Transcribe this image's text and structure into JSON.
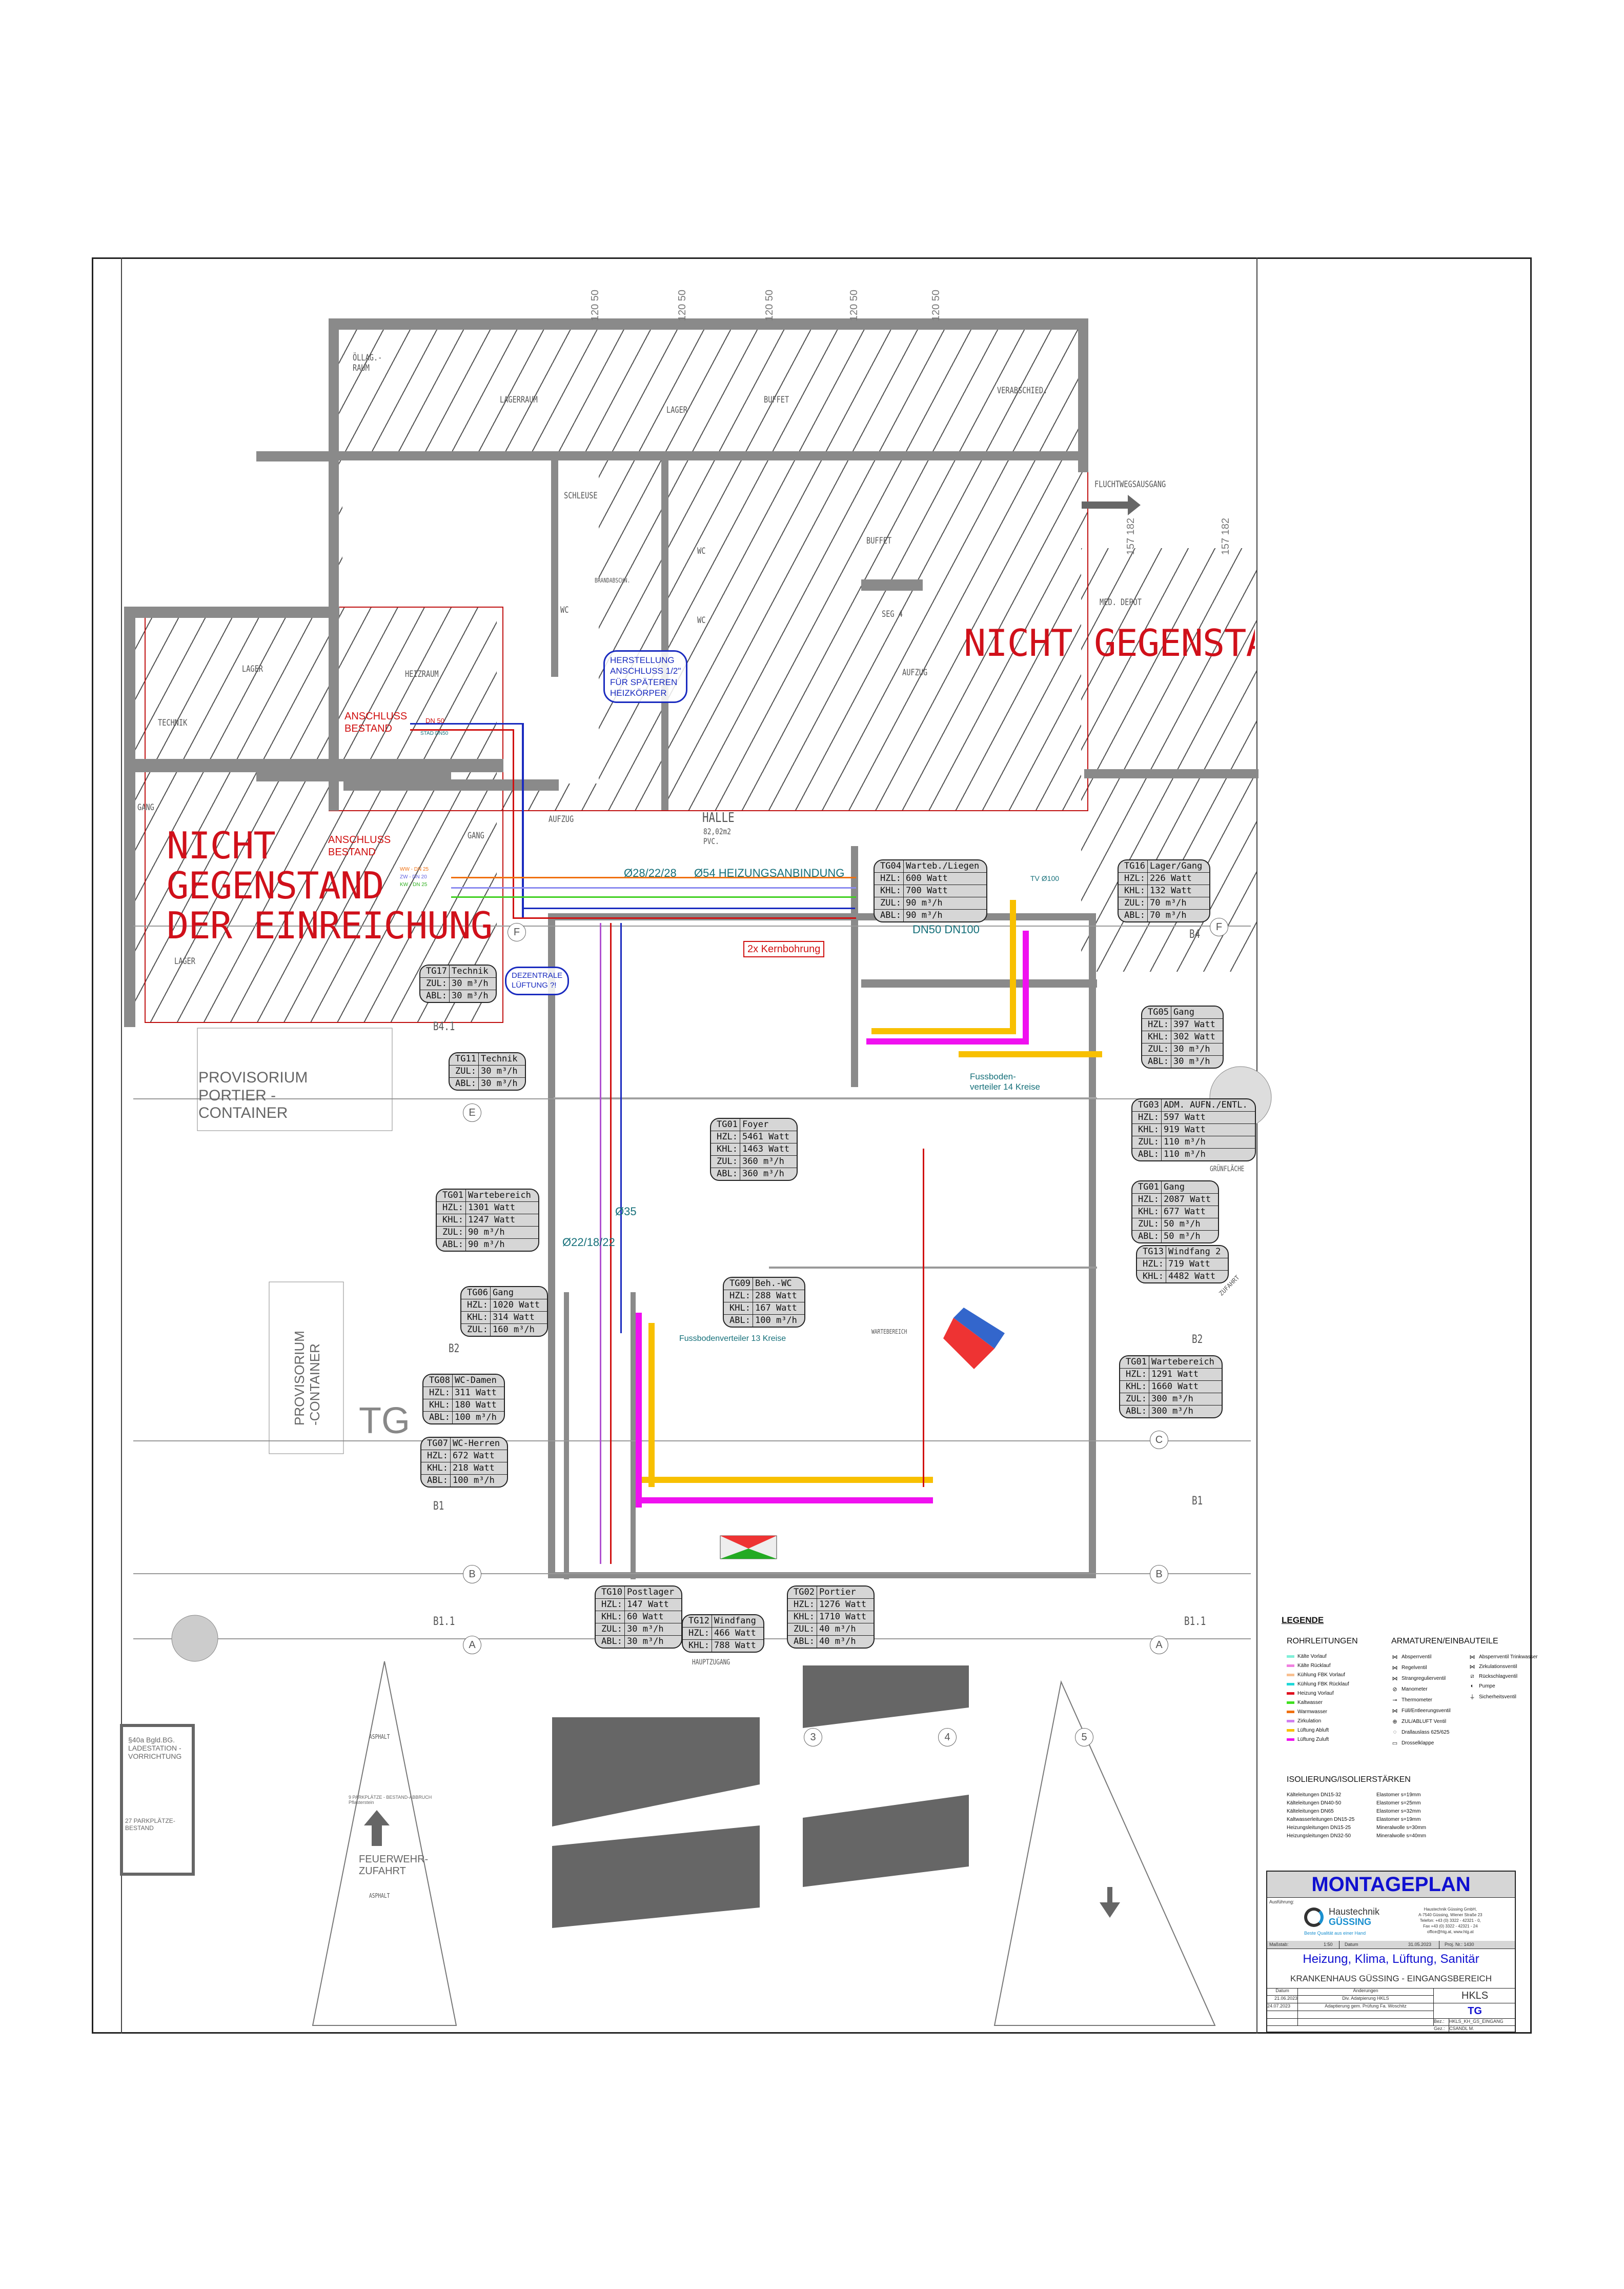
{
  "drawing": {
    "not_subject_left": "NICHT\nGEGENSTAND\nDER EINREICHUNG",
    "not_subject_right": "NICHT GEGENSTA",
    "tg_mark": "TG",
    "cloud_heizkoerper": "HERSTELLUNG\nANSCHLUSS 1/2\"\nFÜR SPÄTEREN\nHEIZKÖRPER",
    "cloud_lueftung": "DEZENTRALE\nLÜFTUNG ?!",
    "anschluss_1": "ANSCHLUSS\nBESTAND",
    "anschluss_2": "ANSCHLUSS\nBESTAND",
    "dn50": "DN 50",
    "stad_dn50": "STAD DN50",
    "ww_dn25": "WW - DN 25",
    "zw_dn20": "ZW - DN 20",
    "kw_dn25": "KW - DN 25",
    "pipe_28": "Ø28/22/28",
    "pipe_54": "Ø54 HEIZUNGSANBINDUNG",
    "pipe_22": "Ø22/18/22",
    "pipe_35": "Ø35",
    "dn_50_100": "DN50 DN100",
    "tv100": "TV Ø100",
    "fbv14": "Fussboden-\nverteiler 14 Kreise",
    "fbv13": "Fussbodenverteiler 13 Kreise",
    "kernbohrung": "2x Kernbohrung",
    "halle": "HALLE",
    "halle_area": "82,02m2\nPVC.",
    "dims_top": [
      "120\n50",
      "120\n50",
      "120\n50",
      "120\n50",
      "120\n50"
    ],
    "dims_right": [
      "157\n182",
      "157\n182"
    ],
    "axes": [
      "A",
      "A",
      "B",
      "B",
      "C",
      "E",
      "F",
      "F",
      "3",
      "4",
      "5",
      "B1",
      "B1",
      "B2",
      "B2",
      "B4",
      "B4.1",
      "B1.1",
      "B1.1"
    ]
  },
  "room_labels": {
    "oellag": "ÖLLAG.-\nRAUM",
    "lagerraum": "LAGERRAUM",
    "lager1": "LAGER",
    "buffet1": "BUFFET",
    "verabschied": "VERABSCHIED.",
    "schleuse": "SCHLEUSE",
    "buffet2": "BUFFET",
    "wc1": "WC",
    "wc2": "WC",
    "wc3": "WC",
    "seg4": "SEG 4",
    "aufzug1": "AUFZUG",
    "med_depot": "MED. DEPOT",
    "heizraum": "HEIZRAUM",
    "lager2": "LAGER",
    "technik": "TECHNIK",
    "gang1": "GANG",
    "gang2": "GANG",
    "aufzug2": "AUFZUG",
    "fluchtweg": "FLUCHTWEGSAUSGANG",
    "lager3": "LAGER",
    "brandabschn": "BRANDABSCHN.",
    "wartebereich": "WARTEBEREICH",
    "gruenflaeche": "GRÜNFLÄCHE",
    "asphalt1": "ASPHALT",
    "asphalt2": "ASPHALT",
    "zufahrt": "ZUFAHRT",
    "provisorium_portier": "PROVISORIUM\nPORTIER -\nCONTAINER",
    "provisorium_container": "PROVISORIUM\n-CONTAINER",
    "ladestation": "§40a Bgld.BG.\nLADESTATION -\nVORRICHTUNG",
    "parkplaetze_27": "27 PARKPLÄTZE-\nBESTAND",
    "parkplaetze_9": "9 PARKPLÄTZE - BESTAND-ABBRUCH\nPflasterstein",
    "feuerwehr": "FEUERWEHR-\nZUFAHRT",
    "hauptzugang": "HAUPTZUGANG"
  },
  "rooms": [
    {
      "code": "TG04",
      "name": "Warteb./Liegen",
      "rows": [
        [
          "HZL:",
          "600 Watt"
        ],
        [
          "KHL:",
          "700 Watt"
        ],
        [
          "ZUL:",
          "90 m³/h"
        ],
        [
          "ABL:",
          "90 m³/h"
        ]
      ]
    },
    {
      "code": "TG16",
      "name": "Lager/Gang",
      "rows": [
        [
          "HZL:",
          "226 Watt"
        ],
        [
          "KHL:",
          "132 Watt"
        ],
        [
          "ZUL:",
          "70 m³/h"
        ],
        [
          "ABL:",
          "70 m³/h"
        ]
      ]
    },
    {
      "code": "TG05",
      "name": "Gang",
      "rows": [
        [
          "HZL:",
          "397 Watt"
        ],
        [
          "KHL:",
          "302 Watt"
        ],
        [
          "ZUL:",
          "30 m³/h"
        ],
        [
          "ABL:",
          "30 m³/h"
        ]
      ]
    },
    {
      "code": "TG03",
      "name": "ADM. AUFN./ENTL.",
      "rows": [
        [
          "HZL:",
          "597 Watt"
        ],
        [
          "KHL:",
          "919 Watt"
        ],
        [
          "ZUL:",
          "110 m³/h"
        ],
        [
          "ABL:",
          "110 m³/h"
        ]
      ]
    },
    {
      "code": "TG01",
      "name": "Gang",
      "rows": [
        [
          "HZL:",
          "2087 Watt"
        ],
        [
          "KHL:",
          "677 Watt"
        ],
        [
          "ZUL:",
          "50 m³/h"
        ],
        [
          "ABL:",
          "50 m³/h"
        ]
      ]
    },
    {
      "code": "TG13",
      "name": "Windfang 2",
      "rows": [
        [
          "HZL:",
          "719 Watt"
        ],
        [
          "KHL:",
          "4482 Watt"
        ]
      ]
    },
    {
      "code": "TG01",
      "name": "Wartebereich",
      "rows": [
        [
          "HZL:",
          "1291 Watt"
        ],
        [
          "KHL:",
          "1660 Watt"
        ],
        [
          "ZUL:",
          "300 m³/h"
        ],
        [
          "ABL:",
          "300 m³/h"
        ]
      ]
    },
    {
      "code": "TG01",
      "name": "Wartebereich",
      "rows": [
        [
          "HZL:",
          "1301 Watt"
        ],
        [
          "KHL:",
          "1247 Watt"
        ],
        [
          "ZUL:",
          "90 m³/h"
        ],
        [
          "ABL:",
          "90 m³/h"
        ]
      ]
    },
    {
      "code": "TG11",
      "name": "Technik",
      "rows": [
        [
          "ZUL:",
          "30 m³/h"
        ],
        [
          "ABL:",
          "30 m³/h"
        ]
      ]
    },
    {
      "code": "TG17",
      "name": "Technik",
      "rows": [
        [
          "ZUL:",
          "30 m³/h"
        ],
        [
          "ABL:",
          "30 m³/h"
        ]
      ]
    },
    {
      "code": "TG01",
      "name": "Foyer",
      "rows": [
        [
          "HZL:",
          "5461 Watt"
        ],
        [
          "KHL:",
          "1463 Watt"
        ],
        [
          "ZUL:",
          "360 m³/h"
        ],
        [
          "ABL:",
          "360 m³/h"
        ]
      ]
    },
    {
      "code": "TG06",
      "name": "Gang",
      "rows": [
        [
          "HZL:",
          "1020 Watt"
        ],
        [
          "KHL:",
          "314 Watt"
        ],
        [
          "ZUL:",
          "160 m³/h"
        ]
      ]
    },
    {
      "code": "TG08",
      "name": "WC-Damen",
      "rows": [
        [
          "HZL:",
          "311 Watt"
        ],
        [
          "KHL:",
          "180 Watt"
        ],
        [
          "ABL:",
          "100 m³/h"
        ]
      ]
    },
    {
      "code": "TG07",
      "name": "WC-Herren",
      "rows": [
        [
          "HZL:",
          "672 Watt"
        ],
        [
          "KHL:",
          "218 Watt"
        ],
        [
          "ABL:",
          "100 m³/h"
        ]
      ]
    },
    {
      "code": "TG09",
      "name": "Beh.-WC",
      "rows": [
        [
          "HZL:",
          "288 Watt"
        ],
        [
          "KHL:",
          "167 Watt"
        ],
        [
          "ABL:",
          "100 m³/h"
        ]
      ]
    },
    {
      "code": "TG10",
      "name": "Postlager",
      "rows": [
        [
          "HZL:",
          "147 Watt"
        ],
        [
          "KHL:",
          "60 Watt"
        ],
        [
          "ZUL:",
          "30 m³/h"
        ],
        [
          "ABL:",
          "30 m³/h"
        ]
      ]
    },
    {
      "code": "TG12",
      "name": "Windfang",
      "rows": [
        [
          "HZL:",
          "466 Watt"
        ],
        [
          "KHL:",
          "788 Watt"
        ]
      ]
    },
    {
      "code": "TG02",
      "name": "Portier",
      "rows": [
        [
          "HZL:",
          "1276 Watt"
        ],
        [
          "KHL:",
          "1710 Watt"
        ],
        [
          "ZUL:",
          "40 m³/h"
        ],
        [
          "ABL:",
          "40 m³/h"
        ]
      ]
    }
  ],
  "legend": {
    "title": "LEGENDE",
    "pipes_title": "ROHRLEITUNGEN",
    "pipes": [
      {
        "label": "Kälte Vorlauf",
        "color": "#80f0d8"
      },
      {
        "label": "Kälte Rücklauf",
        "color": "#f080e0"
      },
      {
        "label": "Kühlung FBK Vorlauf",
        "color": "#f8c090"
      },
      {
        "label": "Kühlung FBK Rücklauf",
        "color": "#20d8d8"
      },
      {
        "label": "Heizung Vorlauf",
        "color": "#e01020"
      },
      {
        "label": "Kaltwasser",
        "color": "#40e020"
      },
      {
        "label": "Warmwasser",
        "color": "#f07010"
      },
      {
        "label": "Zirkulation",
        "color": "#d080f0"
      },
      {
        "label": "Lüftung Abluft",
        "color": "#f8c000"
      },
      {
        "label": "Lüftung Zuluft",
        "color": "#f010f0"
      }
    ],
    "fittings_title": "ARMATUREN/EINBAUTEILE",
    "fittings_col1": [
      {
        "label": "Absperrventil",
        "icon": "valve-icon"
      },
      {
        "label": "Regelventil",
        "icon": "control-valve-icon"
      },
      {
        "label": "Strangregulierventil",
        "icon": "balancing-valve-icon"
      },
      {
        "label": "Manometer",
        "icon": "manometer-icon"
      },
      {
        "label": "Thermometer",
        "icon": "thermometer-icon"
      },
      {
        "label": "Füll/Entleerungsventil",
        "icon": "drain-valve-icon"
      },
      {
        "label": "ZUL/ABLUFT Ventil",
        "icon": "air-valve-icon"
      },
      {
        "label": "Drallauslass 625/625",
        "icon": "swirl-diffuser-icon"
      },
      {
        "label": "Drosselklappe",
        "icon": "damper-icon"
      }
    ],
    "fittings_col2": [
      {
        "label": "Absperrventil Trinkwasser",
        "icon": "valve-icon"
      },
      {
        "label": "Zirkulationsventil",
        "icon": "circulation-valve-icon"
      },
      {
        "label": "Rückschlagventil",
        "icon": "check-valve-icon"
      },
      {
        "label": "Pumpe",
        "icon": "pump-icon"
      },
      {
        "label": "Sicherheitsventil",
        "icon": "safety-valve-icon"
      }
    ],
    "insulation_title": "ISOLIERUNG/ISOLIERSTÄRKEN",
    "insulation": [
      [
        "Kälteleitungen DN15-32",
        "Elastomer s=19mm"
      ],
      [
        "Kälteleitungen DN40-50",
        "Elastomer s=25mm"
      ],
      [
        "Kälteleitungen DN65",
        "Elastomer s=32mm"
      ],
      [
        "Kaltwasserleitungen DN15-25",
        "Elastomer s=19mm"
      ],
      [
        "Heizungsleitungen DN15-25",
        "Mineralwolle  s=30mm"
      ],
      [
        "Heizungsleitungen DN32-50",
        "Mineralwolle  s=40mm"
      ]
    ]
  },
  "title_block": {
    "plan_type": "MONTAGEPLAN",
    "ausfuehrung_label": "Ausführung:",
    "company_logo_name": "Haustechnik",
    "company_logo_brand": "GÜSSING",
    "company_slogan": "Beste Qualität aus einer Hand",
    "company_address": "Haustechnik Güssing GmbH,\nA-7540 Güssing, Wiener Straße 23\nTelefon: +43 (0) 3322 - 42321 - 0,\nFax +43 (0) 3322 - 42321 - 24\noffice@htg.at, www.htg.at",
    "massstab_label": "Maßstab:",
    "massstab": "1:50",
    "datum_label": "Datum",
    "datum": "31.05.2023",
    "proj_nr": "Proj. Nr.: 1430",
    "discipline": "Heizung, Klima, Lüftung, Sanitär",
    "project": "KRANKENHAUS GÜSSING - EINGANGSBEREICH",
    "changes_header_date": "Datum",
    "changes_header_desc": "Änderungen",
    "changes": [
      {
        "date": "21.06.2023",
        "desc": "Div. Adatpierung HKLS"
      },
      {
        "date": "24.07.2023",
        "desc": "Adaptierung gem. Prüfung Fa. Woschitz"
      }
    ],
    "code": "HKLS",
    "floor": "TG",
    "bez_label": "Bez.:",
    "bez": "HKLS_KH_GS_EINGANG",
    "gez_label": "Gez.:",
    "gez": "CSANDL M."
  }
}
